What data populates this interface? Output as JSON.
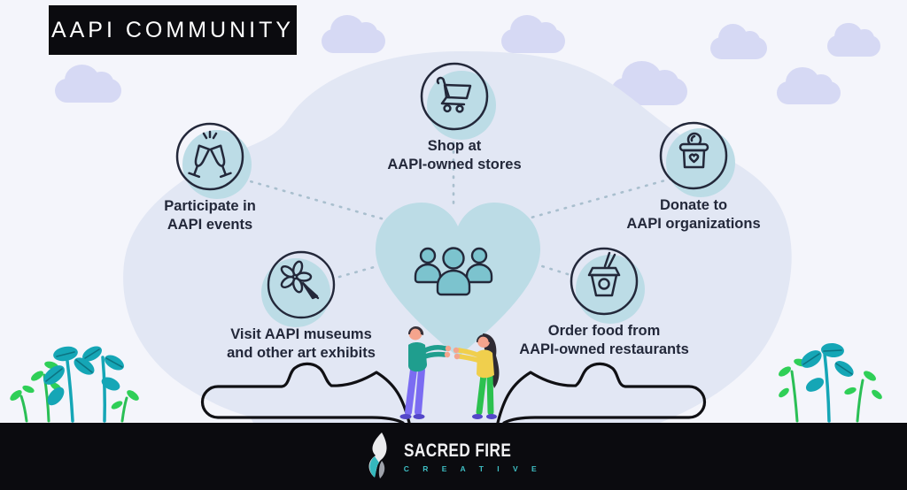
{
  "header": {
    "title": "AAPI COMMUNITY"
  },
  "heart": {
    "icon": "community-group-icon"
  },
  "items": [
    {
      "id": "events",
      "icon": "toast-glasses-icon",
      "lines": [
        "Participate in",
        "AAPI events"
      ]
    },
    {
      "id": "shop",
      "icon": "shopping-cart-icon",
      "lines": [
        "Shop at",
        "AAPI-owned stores"
      ]
    },
    {
      "id": "donate",
      "icon": "donation-box-icon",
      "lines": [
        "Donate to",
        "AAPI organizations"
      ]
    },
    {
      "id": "museums",
      "icon": "palette-brush-icon",
      "lines": [
        "Visit AAPI museums",
        "and other art exhibits"
      ]
    },
    {
      "id": "food",
      "icon": "takeout-box-icon",
      "lines": [
        "Order food from",
        "AAPI-owned restaurants"
      ]
    }
  ],
  "footer": {
    "brand_name": "SACRED FIRE",
    "brand_sub": "C R E A T I V E"
  },
  "colors": {
    "background": "#f4f5fb",
    "cloud": "#d6d9f4",
    "blob": "#e2e7f4",
    "heart": "#bcdce6",
    "icon_circle_fill": "#bcdce6",
    "group_icon_fill": "#7cc3ce",
    "outline_dark": "#23283a",
    "teal_leaf": "#15a6b6",
    "green_leaf": "#2fcf57",
    "shirt_teal": "#1f9e8e",
    "pants_purple": "#7b6cf2",
    "top_yellow": "#f0cf4d",
    "pants_green": "#2cc14f",
    "brand_teal": "#3fbfc4",
    "banner_black": "#0b0b0f"
  }
}
